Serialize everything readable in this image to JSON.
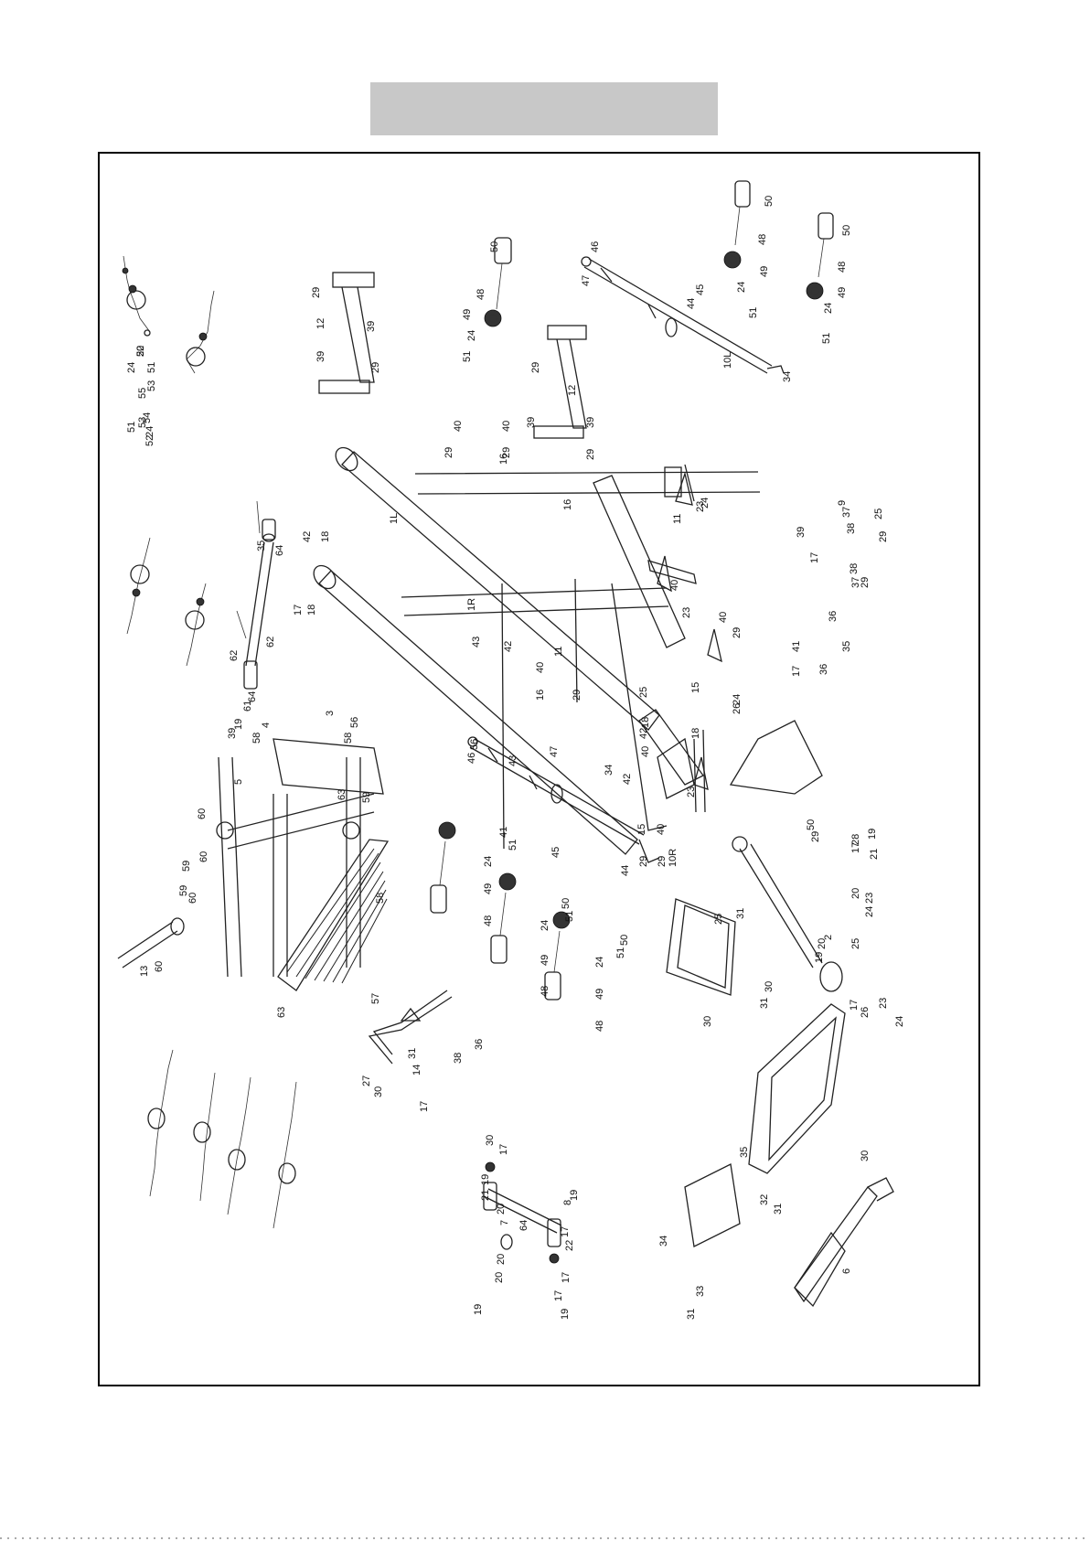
{
  "page": {
    "title_bar_text": ""
  },
  "callouts": [
    {
      "n": "52"
    },
    {
      "n": "24"
    },
    {
      "n": "51"
    },
    {
      "n": "53"
    },
    {
      "n": "55"
    },
    {
      "n": "54"
    },
    {
      "n": "53"
    },
    {
      "n": "24"
    },
    {
      "n": "51"
    },
    {
      "n": "52"
    },
    {
      "n": "29"
    },
    {
      "n": "12"
    },
    {
      "n": "39"
    },
    {
      "n": "39"
    },
    {
      "n": "29"
    },
    {
      "n": "50"
    },
    {
      "n": "48"
    },
    {
      "n": "49"
    },
    {
      "n": "24"
    },
    {
      "n": "51"
    },
    {
      "n": "46"
    },
    {
      "n": "47"
    },
    {
      "n": "44"
    },
    {
      "n": "45"
    },
    {
      "n": "10L"
    },
    {
      "n": "34"
    },
    {
      "n": "50"
    },
    {
      "n": "48"
    },
    {
      "n": "49"
    },
    {
      "n": "24"
    },
    {
      "n": "51"
    },
    {
      "n": "50"
    },
    {
      "n": "48"
    },
    {
      "n": "49"
    },
    {
      "n": "24"
    },
    {
      "n": "51"
    },
    {
      "n": "29"
    },
    {
      "n": "12"
    },
    {
      "n": "39"
    },
    {
      "n": "39"
    },
    {
      "n": "29"
    },
    {
      "n": "40"
    },
    {
      "n": "29"
    },
    {
      "n": "16"
    },
    {
      "n": "40"
    },
    {
      "n": "29"
    },
    {
      "n": "16"
    },
    {
      "n": "1L"
    },
    {
      "n": "11"
    },
    {
      "n": "23"
    },
    {
      "n": "24"
    },
    {
      "n": "25"
    },
    {
      "n": "9"
    },
    {
      "n": "29"
    },
    {
      "n": "38"
    },
    {
      "n": "37"
    },
    {
      "n": "39"
    },
    {
      "n": "17"
    },
    {
      "n": "36"
    },
    {
      "n": "35"
    },
    {
      "n": "64"
    },
    {
      "n": "62"
    },
    {
      "n": "61"
    },
    {
      "n": "62"
    },
    {
      "n": "64"
    },
    {
      "n": "19"
    },
    {
      "n": "17"
    },
    {
      "n": "18"
    },
    {
      "n": "42"
    },
    {
      "n": "18"
    },
    {
      "n": "42"
    },
    {
      "n": "1R"
    },
    {
      "n": "43"
    },
    {
      "n": "43"
    },
    {
      "n": "11"
    },
    {
      "n": "16"
    },
    {
      "n": "40"
    },
    {
      "n": "29"
    },
    {
      "n": "40"
    },
    {
      "n": "23"
    },
    {
      "n": "40"
    },
    {
      "n": "29"
    },
    {
      "n": "15"
    },
    {
      "n": "26"
    },
    {
      "n": "24"
    },
    {
      "n": "25"
    },
    {
      "n": "42"
    },
    {
      "n": "18"
    },
    {
      "n": "41"
    },
    {
      "n": "17"
    },
    {
      "n": "36"
    },
    {
      "n": "35"
    },
    {
      "n": "37"
    },
    {
      "n": "38"
    },
    {
      "n": "29"
    },
    {
      "n": "39"
    },
    {
      "n": "4"
    },
    {
      "n": "58"
    },
    {
      "n": "3"
    },
    {
      "n": "56"
    },
    {
      "n": "58"
    },
    {
      "n": "5"
    },
    {
      "n": "60"
    },
    {
      "n": "63"
    },
    {
      "n": "60"
    },
    {
      "n": "59"
    },
    {
      "n": "59"
    },
    {
      "n": "60"
    },
    {
      "n": "59"
    },
    {
      "n": "60"
    },
    {
      "n": "13"
    },
    {
      "n": "58"
    },
    {
      "n": "57"
    },
    {
      "n": "63"
    },
    {
      "n": "56"
    },
    {
      "n": "46"
    },
    {
      "n": "47"
    },
    {
      "n": "45"
    },
    {
      "n": "44"
    },
    {
      "n": "10R"
    },
    {
      "n": "34"
    },
    {
      "n": "42"
    },
    {
      "n": "18"
    },
    {
      "n": "23"
    },
    {
      "n": "15"
    },
    {
      "n": "29"
    },
    {
      "n": "40"
    },
    {
      "n": "29"
    },
    {
      "n": "40"
    },
    {
      "n": "41"
    },
    {
      "n": "51"
    },
    {
      "n": "24"
    },
    {
      "n": "49"
    },
    {
      "n": "48"
    },
    {
      "n": "50"
    },
    {
      "n": "51"
    },
    {
      "n": "24"
    },
    {
      "n": "49"
    },
    {
      "n": "48"
    },
    {
      "n": "50"
    },
    {
      "n": "51"
    },
    {
      "n": "24"
    },
    {
      "n": "49"
    },
    {
      "n": "48"
    },
    {
      "n": "50"
    },
    {
      "n": "29"
    },
    {
      "n": "28"
    },
    {
      "n": "17"
    },
    {
      "n": "19"
    },
    {
      "n": "21"
    },
    {
      "n": "20"
    },
    {
      "n": "23"
    },
    {
      "n": "24"
    },
    {
      "n": "25"
    },
    {
      "n": "2"
    },
    {
      "n": "20"
    },
    {
      "n": "19"
    },
    {
      "n": "17"
    },
    {
      "n": "26"
    },
    {
      "n": "23"
    },
    {
      "n": "24"
    },
    {
      "n": "25"
    },
    {
      "n": "31"
    },
    {
      "n": "30"
    },
    {
      "n": "31"
    },
    {
      "n": "30"
    },
    {
      "n": "27"
    },
    {
      "n": "30"
    },
    {
      "n": "31"
    },
    {
      "n": "14"
    },
    {
      "n": "38"
    },
    {
      "n": "36"
    },
    {
      "n": "17"
    },
    {
      "n": "35"
    },
    {
      "n": "32"
    },
    {
      "n": "31"
    },
    {
      "n": "30"
    },
    {
      "n": "6"
    },
    {
      "n": "34"
    },
    {
      "n": "33"
    },
    {
      "n": "31"
    },
    {
      "n": "30"
    },
    {
      "n": "17"
    },
    {
      "n": "19"
    },
    {
      "n": "21"
    },
    {
      "n": "20"
    },
    {
      "n": "7"
    },
    {
      "n": "64"
    },
    {
      "n": "8"
    },
    {
      "n": "19"
    },
    {
      "n": "17"
    },
    {
      "n": "22"
    },
    {
      "n": "20"
    },
    {
      "n": "20"
    },
    {
      "n": "19"
    },
    {
      "n": "17"
    },
    {
      "n": "19"
    },
    {
      "n": "17"
    },
    {
      "n": "20"
    }
  ]
}
